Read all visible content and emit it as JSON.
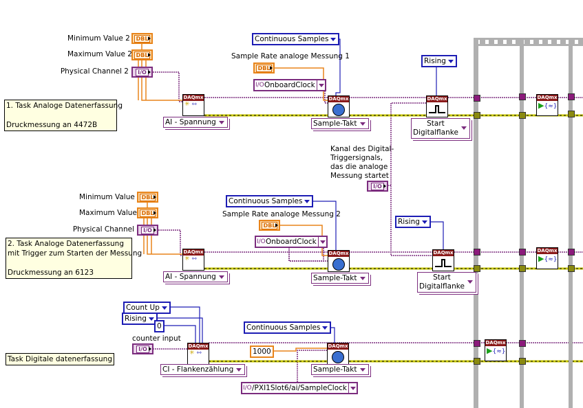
{
  "task1": {
    "labels": {
      "min": "Minimum Value 2",
      "max": "Maximum Value 2",
      "channel": "Physical Channel 2"
    },
    "terminals": {
      "min": "DBL",
      "max": "DBL",
      "channel": "I/O",
      "rate": "DBL"
    },
    "comment": "1. Task Analoge Datenerfassung\n\nDruckmessung an 4472B",
    "create_node": "DAQmx",
    "create_mode": "AI - Spannung",
    "sample_mode": "Continuous Samples",
    "rate_label": "Sample Rate analoge Messung 1",
    "clock_source": "OnboardClock",
    "timing_node": "DAQmx",
    "timing_mode": "Sample-Takt",
    "edge": "Rising",
    "trigger_node": "DAQmx",
    "trigger_mode": "Start\nDigitalflanke",
    "trigger_channel_label": "Kanal des Digital-\nTriggersignals,\ndas die analoge\nMessung startet",
    "trigger_channel_terminal": "I/O",
    "start_node": "DAQmx"
  },
  "task2": {
    "labels": {
      "min": "Minimum Value",
      "max": "Maximum Value",
      "channel": "Physical Channel"
    },
    "terminals": {
      "min": "DBL",
      "max": "DBL",
      "channel": "I/O",
      "rate": "DBL"
    },
    "comment": "2. Task Analoge Datenerfassung\nmit Trigger zum Starten der Messung\n\nDruckmessung an 6123",
    "create_node": "DAQmx",
    "create_mode": "AI - Spannung",
    "sample_mode": "Continuous Samples",
    "rate_label": "Sample Rate analoge Messung 2",
    "clock_source": "OnboardClock",
    "timing_node": "DAQmx",
    "timing_mode": "Sample-Takt",
    "edge": "Rising",
    "trigger_node": "DAQmx",
    "trigger_mode": "Start\nDigitalflanke",
    "start_node": "DAQmx"
  },
  "task3": {
    "count_direction": "Count Up",
    "edge": "Rising",
    "initial_count": "0",
    "counter_label": "counter input",
    "counter_terminal": "I/O",
    "comment": "Task Digitale datenerfassung",
    "create_node": "DAQmx",
    "create_mode": "CI - Flankenzählung",
    "sample_mode": "Continuous Samples",
    "rate": "1000",
    "timing_node": "DAQmx",
    "timing_mode": "Sample-Takt",
    "clock_source": "/PXI1Slot6/ai/SampleClock",
    "start_node": "DAQmx"
  },
  "colors": {
    "daqmx_task_wire": "#7b2c7e",
    "numeric_wire": "#e8841a",
    "enum_wire": "#1c1cb4",
    "error_wire": "#c8c800",
    "comment_bg": "#ffffe1",
    "frame": "#b0b0b0"
  }
}
